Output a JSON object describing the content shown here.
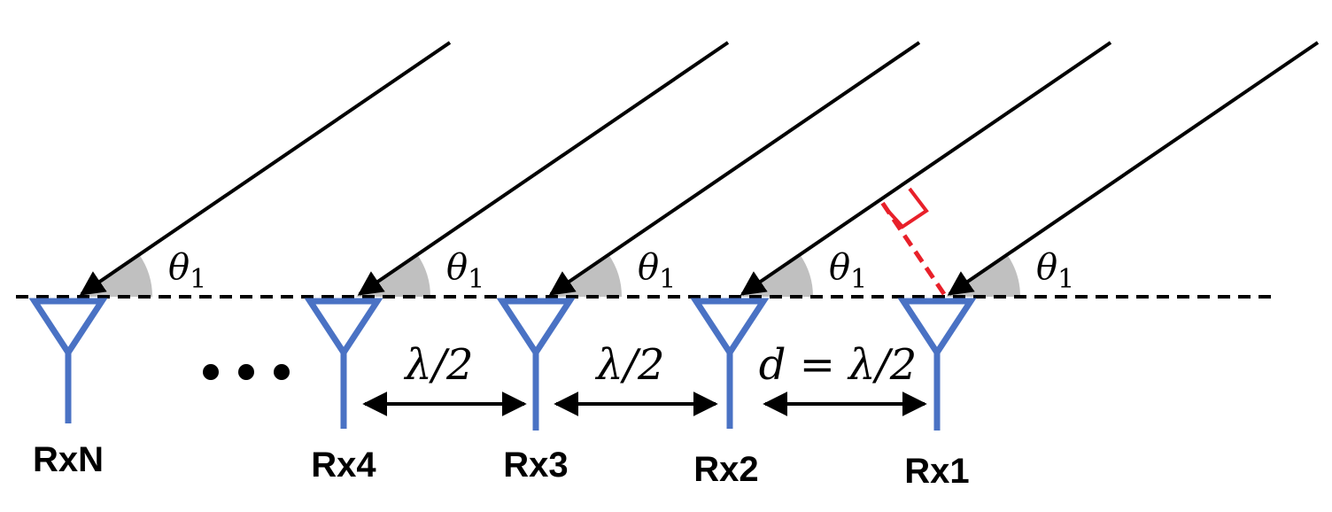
{
  "angle": {
    "symbol": "θ",
    "subscript": "1"
  },
  "antennas": [
    {
      "label": "RxN"
    },
    {
      "label": "Rx4"
    },
    {
      "label": "Rx3"
    },
    {
      "label": "Rx2"
    },
    {
      "label": "Rx1"
    }
  ],
  "ellipsis": "...",
  "spacings": [
    {
      "text": "λ/2"
    },
    {
      "text": "λ/2"
    },
    {
      "text": "d = λ/2"
    }
  ],
  "colors": {
    "antenna": "#4a72c4",
    "ray": "#000000",
    "angle_wedge": "#c0c0c0",
    "perpendicular": "#e8202a",
    "baseline": "#000000"
  }
}
